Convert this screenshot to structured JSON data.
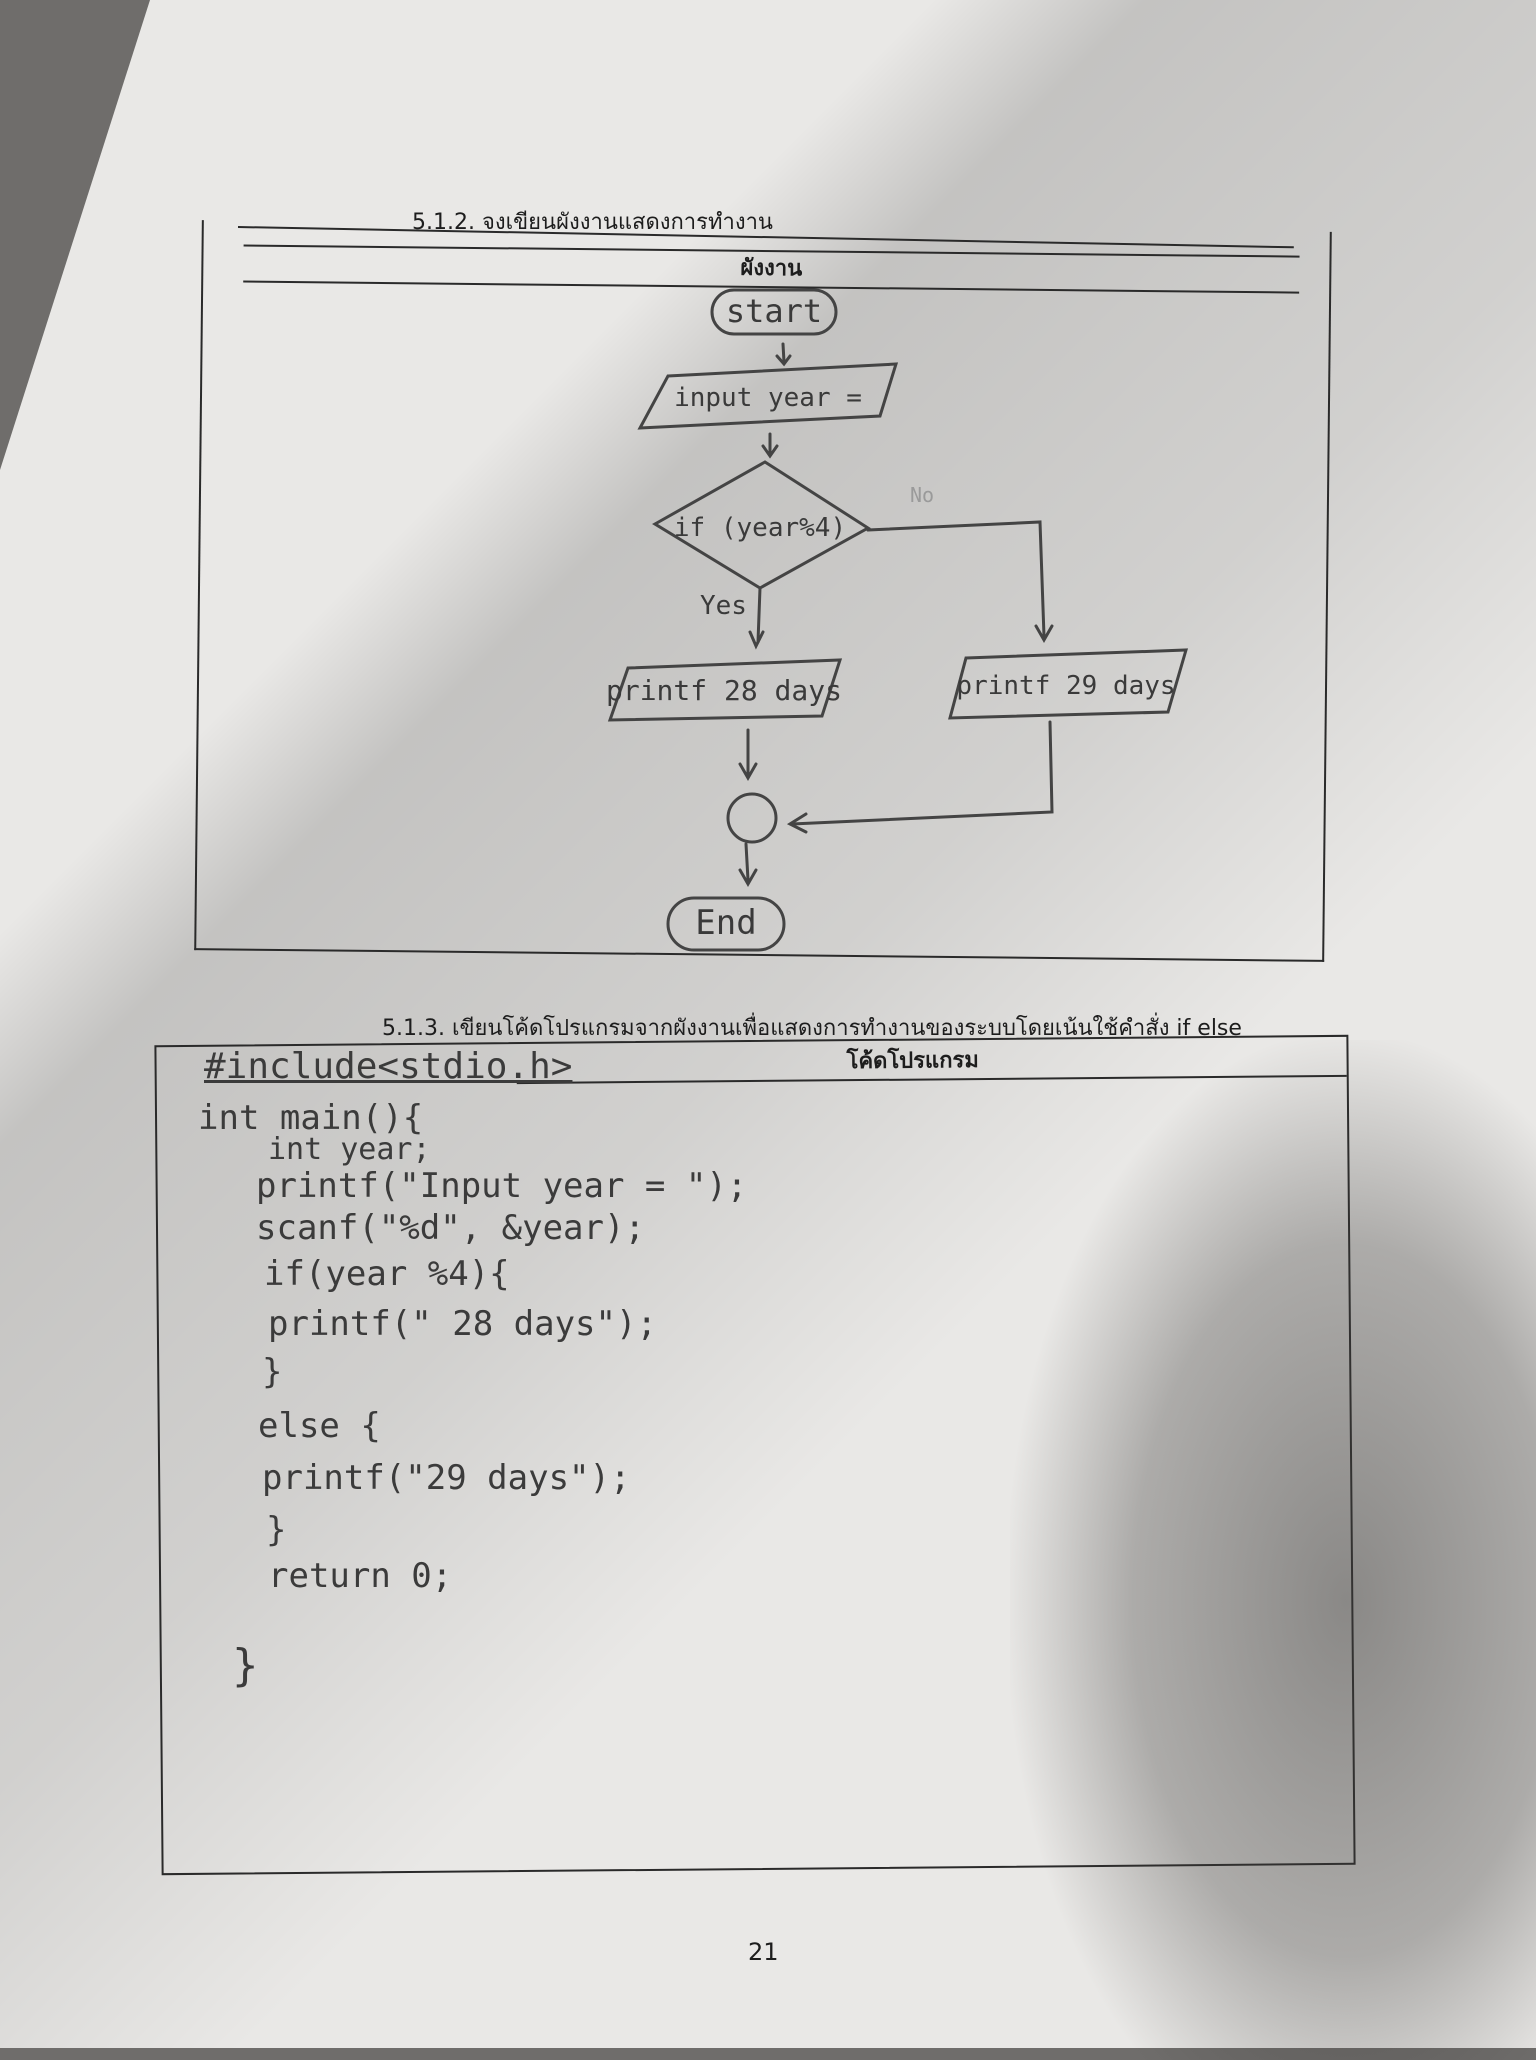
{
  "section_1": {
    "heading": "5.1.2. จงเขียนผังงานแสดงการทำงาน",
    "box_title": "ผังงาน"
  },
  "flowchart": {
    "start": "start",
    "input": "input year =",
    "decision": "if (year%4)",
    "no_label": "No",
    "yes_label": "Yes",
    "output_yes": "printf 28 days",
    "output_no": "printf 29 days",
    "end": "End"
  },
  "section_2": {
    "heading": "5.1.3. เขียนโค้ดโปรแกรมจากผังงานเพื่อแสดงการทำงานของระบบโดยเน้นใช้คำสั่ง if else",
    "box_title": "โค้ดโปรแกรม"
  },
  "code": {
    "lines": [
      "#include<stdio.h>",
      "int main(){",
      "int year;",
      "printf(\"Input year = \");",
      "scanf(\"%d\", &year);",
      "if(year %4){",
      "printf(\" 28 days\");",
      "}",
      "else {",
      "printf(\"29 days\");",
      "}",
      "return 0;",
      "}"
    ]
  },
  "page_number": "21"
}
